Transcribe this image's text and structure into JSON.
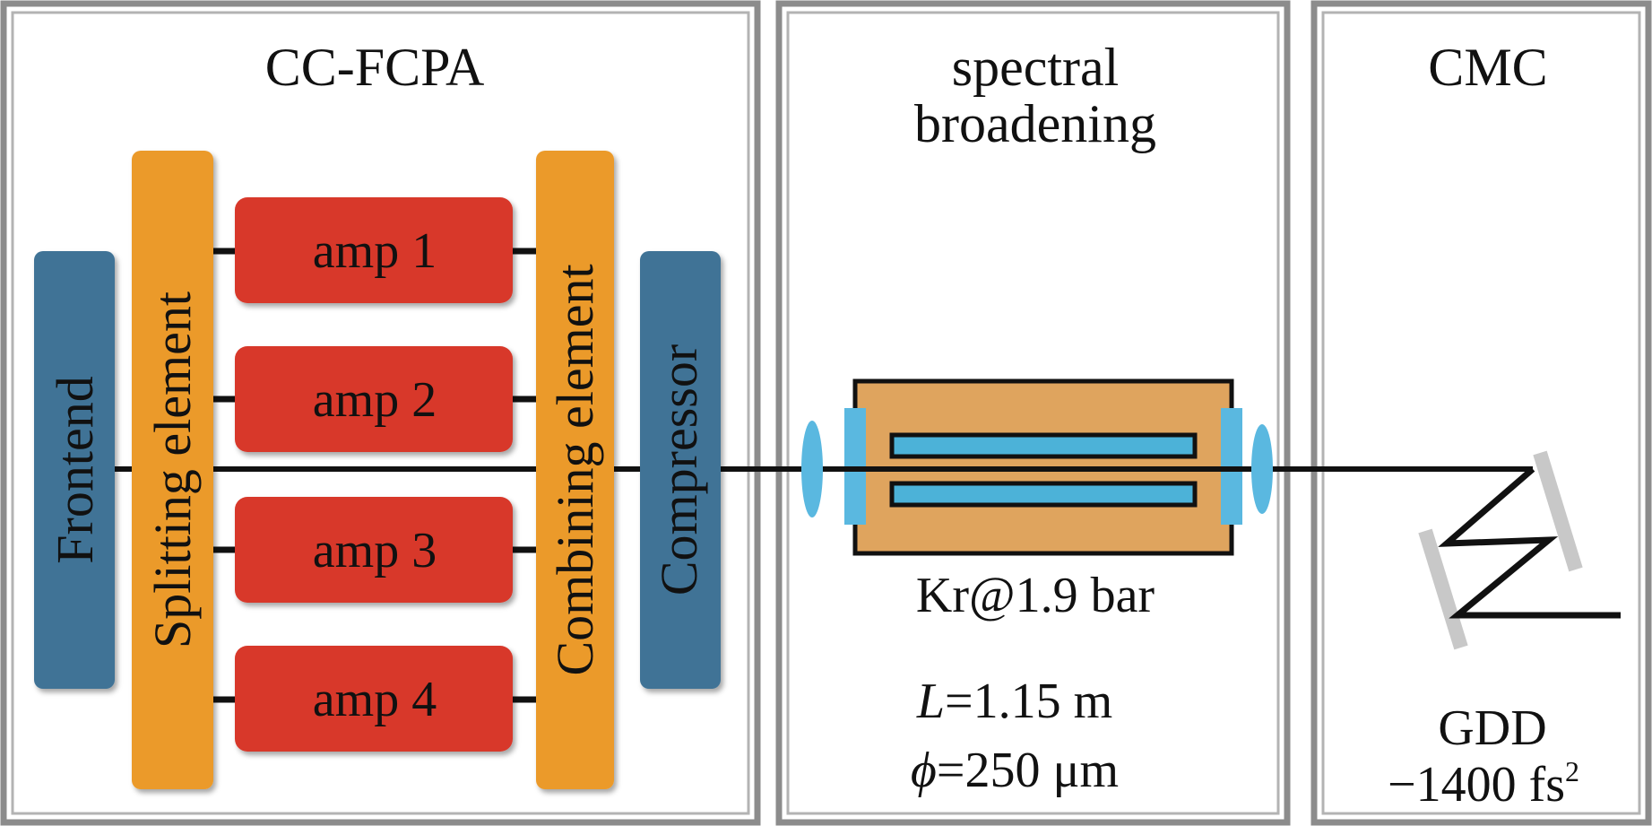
{
  "sections": {
    "ccfcpa": {
      "title": "CC-FCPA"
    },
    "broadening": {
      "title_line1": "spectral",
      "title_line2": "broadening"
    },
    "cmc": {
      "title": "CMC"
    }
  },
  "components": {
    "frontend": "Frontend",
    "splitting": "Splitting element",
    "combining": "Combining element",
    "compressor": "Compressor",
    "amps": [
      "amp 1",
      "amp 2",
      "amp 3",
      "amp 4"
    ]
  },
  "fiber": {
    "gas": "Kr@1.9 bar",
    "length_symbol": "L",
    "length_value": "=1.15 m",
    "diameter_symbol": "ϕ",
    "diameter_value": "=250 μm"
  },
  "cmc": {
    "gdd_label": "GDD",
    "gdd_value": "−1400 fs",
    "gdd_exponent": "2"
  },
  "colors": {
    "panel_border": "#8c8c8c",
    "blue_block": "#3f7396",
    "orange_block": "#eb9a2a",
    "red_block": "#d8392b",
    "chamber": "#dfa45e",
    "capillary": "#4cb2d8",
    "lens": "#5ab8e0",
    "mirror": "#c8c8c8",
    "beam": "#111111"
  }
}
